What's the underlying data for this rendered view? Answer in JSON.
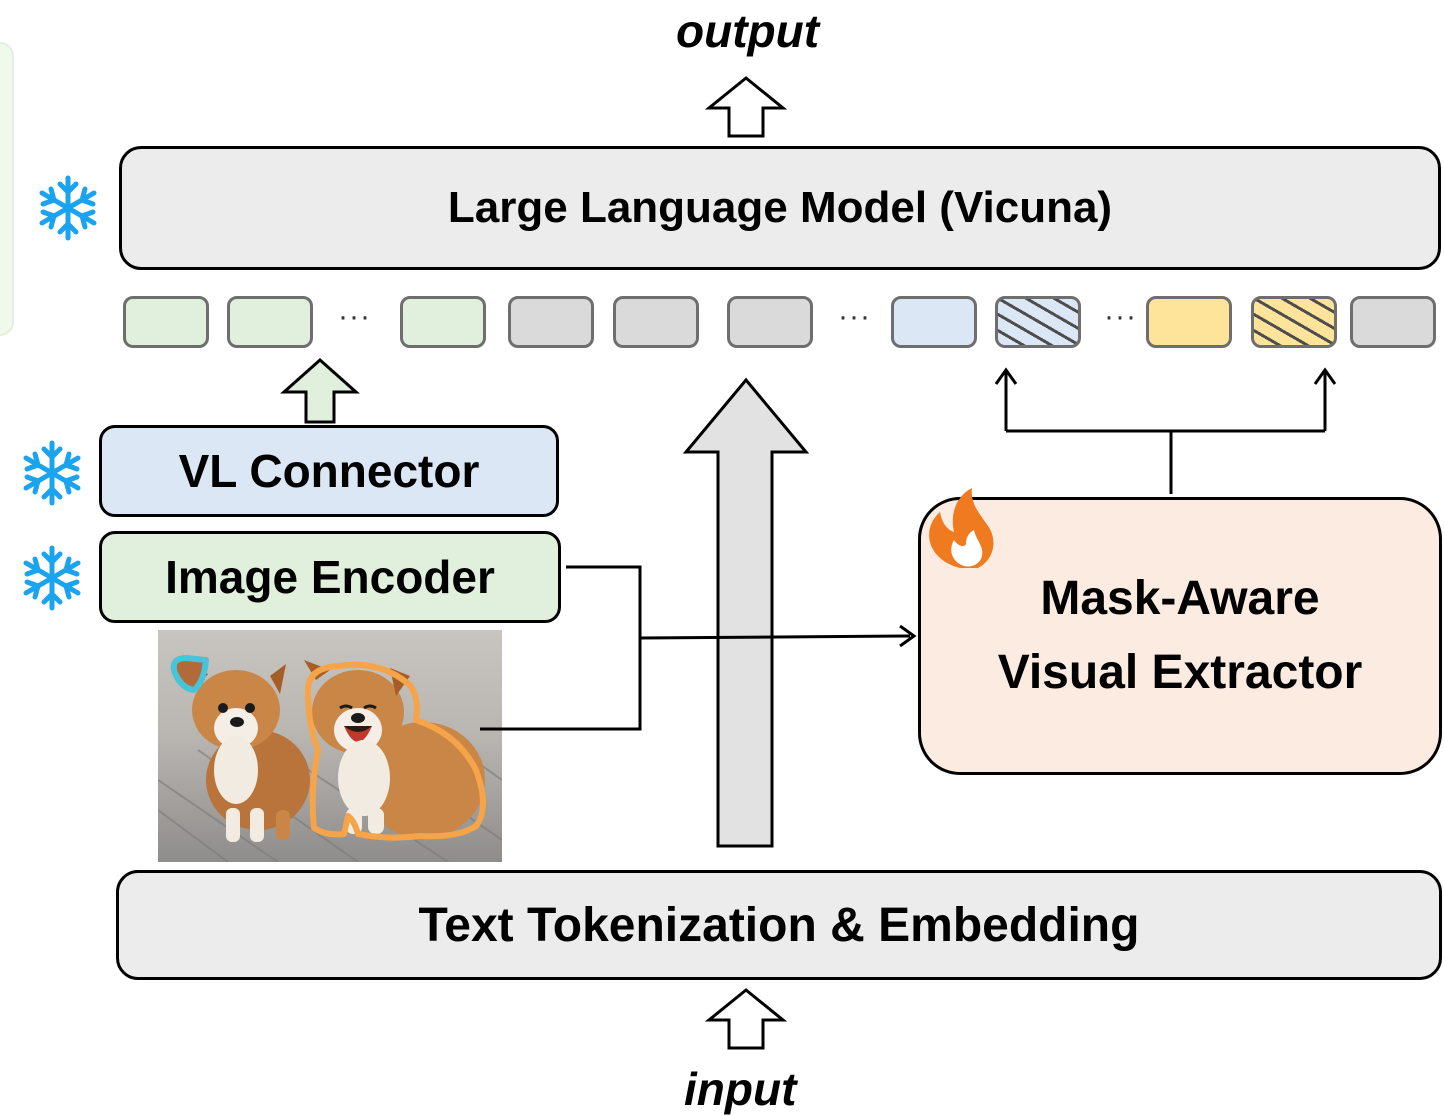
{
  "io": {
    "output": "output",
    "input": "input"
  },
  "llm": {
    "label": "Large Language Model (Vicuna)"
  },
  "vl_connector": {
    "label": "VL Connector"
  },
  "image_encoder": {
    "label": "Image Encoder"
  },
  "extractor": {
    "line1": "Mask-Aware",
    "line2": "Visual Extractor"
  },
  "text_embedding": {
    "label": "Text Tokenization & Embedding"
  },
  "token_row": {
    "ellipsis": "···",
    "tokens": [
      "green",
      "green",
      "green",
      "gray",
      "gray",
      "gray",
      "blue",
      "blue-hatched",
      "yellow",
      "yellow-hatched",
      "gray"
    ]
  },
  "icons": {
    "llm": "snowflake-icon",
    "vl_connector": "snowflake-icon",
    "image_encoder": "snowflake-icon",
    "extractor": "flame-icon"
  },
  "colors": {
    "frozen_icon": "#1aa3ef",
    "trainable_icon": "#f07a1f",
    "image_token": "#e1f0dc",
    "text_token": "#dadada",
    "region_token_a": "#dbe7f5",
    "region_token_b": "#fde49a",
    "extractor_fill": "#fcebe0",
    "connector_fill": "#dbe7f5",
    "encoder_fill": "#e1f0dc",
    "llm_fill": "#ececec",
    "mask_outline_small": "#45c4da",
    "mask_outline_large": "#f5a44a"
  }
}
